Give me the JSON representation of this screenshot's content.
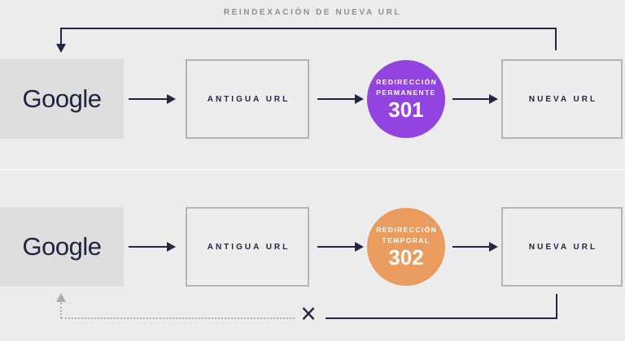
{
  "header": {
    "reindex_label": "REINDEXACIÓN DE NUEVA URL"
  },
  "rows": [
    {
      "source_label": "Google",
      "old_url_label": "ANTIGUA URL",
      "redirect": {
        "type_line1": "REDIRECCIÓN",
        "type_line2": "PERMANENTE",
        "code": "301",
        "color": "#9243e0"
      },
      "new_url_label": "NUEVA URL"
    },
    {
      "source_label": "Google",
      "old_url_label": "ANTIGUA URL",
      "redirect": {
        "type_line1": "REDIRECCIÓN",
        "type_line2": "TEMPORAL",
        "code": "302",
        "color": "#e99c5e"
      },
      "new_url_label": "NUEVA URL"
    }
  ],
  "footer": {
    "blocked_mark": "×"
  },
  "colors": {
    "background": "#ececec",
    "flow_line": "#222642",
    "source_box_fill": "#dedede",
    "box_border": "#b4b4b8",
    "title_text": "#8d8d96",
    "dotted_line": "#ababaf",
    "logo_text": "#1f2340",
    "redirect_301": "#9243e0",
    "redirect_302": "#e99c5e"
  }
}
